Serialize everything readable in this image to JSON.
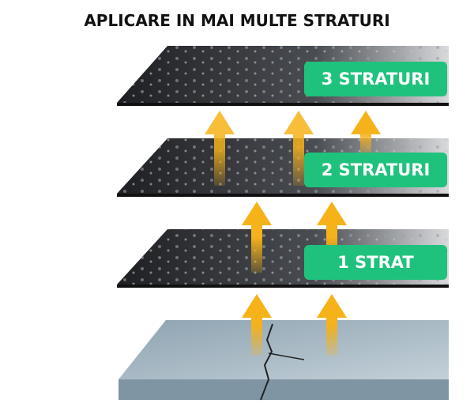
{
  "title": "APLICARE IN MAI MULTE STRATURI",
  "labels": [
    "3 STRATURI",
    "2 STRATURI",
    "1 STRAT"
  ],
  "colors": {
    "label_bg": "#1fc27c",
    "arrow": "#f5b21b",
    "layer": "#2b2d30",
    "concrete": "#9fb3c0"
  }
}
